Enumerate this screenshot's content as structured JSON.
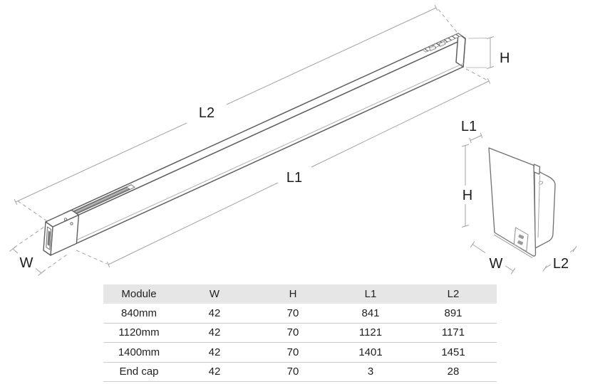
{
  "drawing": {
    "iso": {
      "l2": "L2",
      "l1": "L1",
      "h": "H",
      "w": "W"
    },
    "end": {
      "l1": "L1",
      "h": "H",
      "w": "W",
      "l2": "L2"
    }
  },
  "table": {
    "columns": [
      "Module",
      "W",
      "H",
      "L1",
      "L2"
    ],
    "rows": [
      [
        "840mm",
        "42",
        "70",
        "841",
        "891"
      ],
      [
        "1120mm",
        "42",
        "70",
        "1121",
        "1171"
      ],
      [
        "1400mm",
        "42",
        "70",
        "1401",
        "1451"
      ],
      [
        "End cap",
        "42",
        "70",
        "3",
        "28"
      ]
    ]
  },
  "colors": {
    "outline": "#5f5f5f",
    "dimension_line": "#a3a3a3",
    "text": "#1c1c1c",
    "table_header_bg": "#e6e6e6",
    "table_border": "#cccccc"
  }
}
